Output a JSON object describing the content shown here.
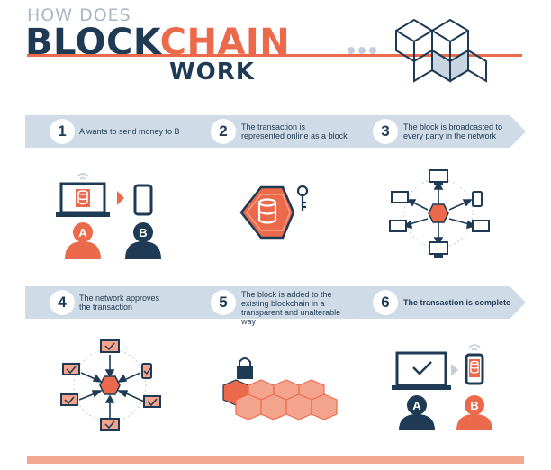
{
  "title": {
    "pre": "HOW DOES",
    "main_a": "BLOCK",
    "main_b": "CHAIN",
    "sub": "WORK"
  },
  "steps": [
    {
      "num": "1",
      "text": "A wants to send money to B"
    },
    {
      "num": "2",
      "text": "The transaction is represented online as a block"
    },
    {
      "num": "3",
      "text": "The block is broadcasted to every party in the network"
    },
    {
      "num": "4",
      "text": "The network approves the transaction"
    },
    {
      "num": "5",
      "text": "The block is added to the existing blockchain in a transparent and unalterable way"
    },
    {
      "num": "6",
      "text": "The transaction is complete"
    }
  ],
  "labels": {
    "a": "A",
    "b": "B"
  },
  "colors": {
    "navy": "#1e3a55",
    "coral": "#ec6a4c",
    "pale": "#cfdbe6"
  }
}
